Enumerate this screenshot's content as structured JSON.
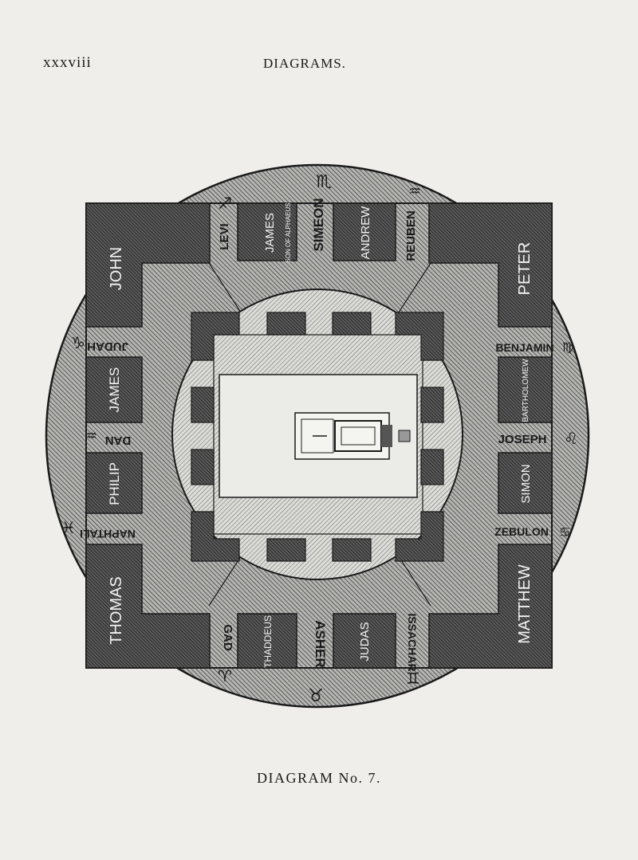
{
  "header": {
    "page_number": "xxxviii",
    "running_head": "DIAGRAMS."
  },
  "caption": "DIAGRAM No. 7.",
  "apostles": {
    "john": "JOHN",
    "peter": "PETER",
    "thomas": "THOMAS",
    "matthew": "MATTHEW",
    "james_son_of_alphaeus": "JAMES",
    "james_son_of_alphaeus_sub": "SON OF ALPHAEUS",
    "andrew": "ANDREW",
    "james": "JAMES",
    "philip": "PHILIP",
    "bartholomew": "BARTHOLOMEW",
    "simon": "SIMON",
    "thaddeus": "THADDEUS",
    "judas": "JUDAS"
  },
  "tribes": {
    "levi": "LEVI",
    "simeon": "SIMEON",
    "reuben": "REUBEN",
    "judah": "JUDAH",
    "dan": "DAN",
    "naphtali": "NAPHTALI",
    "benjamin": "BENJAMIN",
    "joseph": "JOSEPH",
    "zebulon": "ZEBULON",
    "gad": "GAD",
    "asher": "ASHER",
    "issachar": "ISSACHAR"
  },
  "signs": {
    "levi": "♐",
    "simeon": "♏",
    "reuben": "♒",
    "judah": "♑",
    "dan": "♒",
    "naphtali": "♓",
    "benjamin": "♍",
    "joseph": "♌",
    "zebulon": "♋",
    "gad": "♈",
    "asher": "♉",
    "issachar": "♊"
  },
  "colors": {
    "paper": "#efeeea",
    "ink": "#1a1a1a",
    "dark_fill": "#4a4a4a",
    "mid_fill": "#8a8a8a",
    "light_fill": "#c9c9c6"
  }
}
